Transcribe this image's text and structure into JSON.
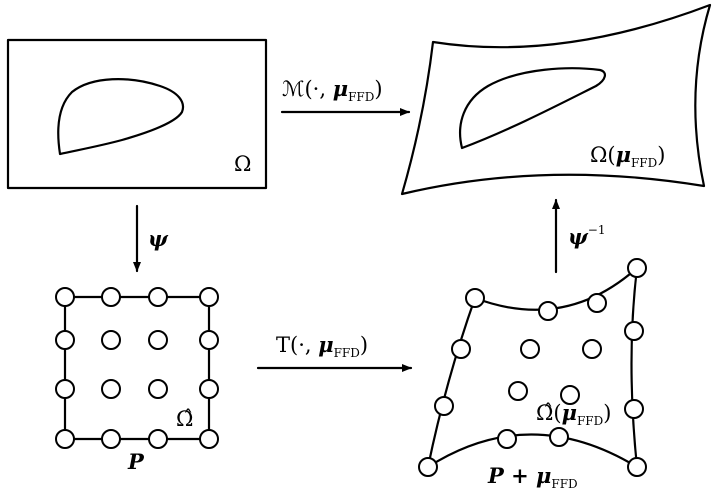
{
  "labels": {
    "omega_ref": "Ω",
    "omega_deformed": "Ω(",
    "mu": "μ",
    "ffd_sub": "FFD",
    "close_paren": ")",
    "map_prefix": "ℳ(·, ",
    "transform_prefix": "T(·, ",
    "psi": "ψ",
    "psi_inv": "ψ",
    "inv_exp": "−1",
    "omega_hat": "Ω̂",
    "omega_hat_deformed": "Ω̂(",
    "lattice_P": "P",
    "lattice_P_plus": "P + "
  }
}
